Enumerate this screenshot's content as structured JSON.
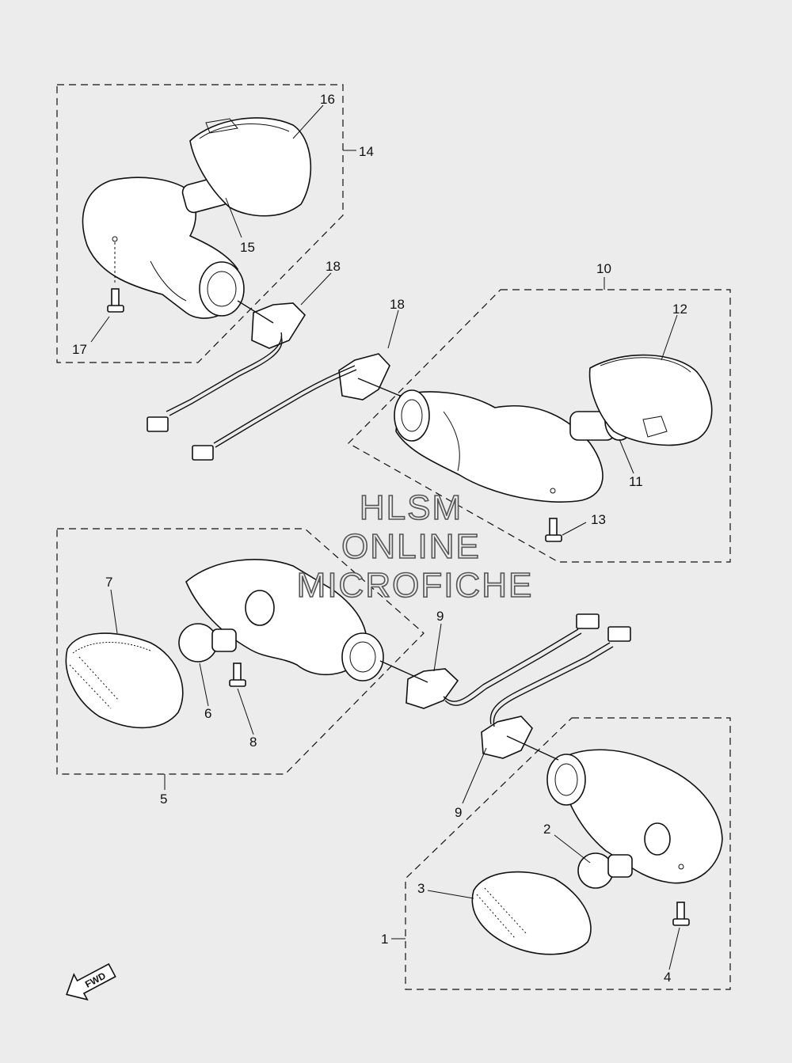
{
  "callouts": {
    "c1": "1",
    "c2": "2",
    "c3": "3",
    "c4": "4",
    "c5": "5",
    "c6": "6",
    "c7": "7",
    "c8": "8",
    "c9a": "9",
    "c9b": "9",
    "c10": "10",
    "c11": "11",
    "c12": "12",
    "c13": "13",
    "c14": "14",
    "c15": "15",
    "c16": "16",
    "c17": "17",
    "c18a": "18",
    "c18b": "18"
  },
  "watermark": {
    "line1": "HLSM",
    "line2": "ONLINE",
    "line3": "MICROFICHE"
  },
  "direction_marker": {
    "text": "FWD"
  }
}
